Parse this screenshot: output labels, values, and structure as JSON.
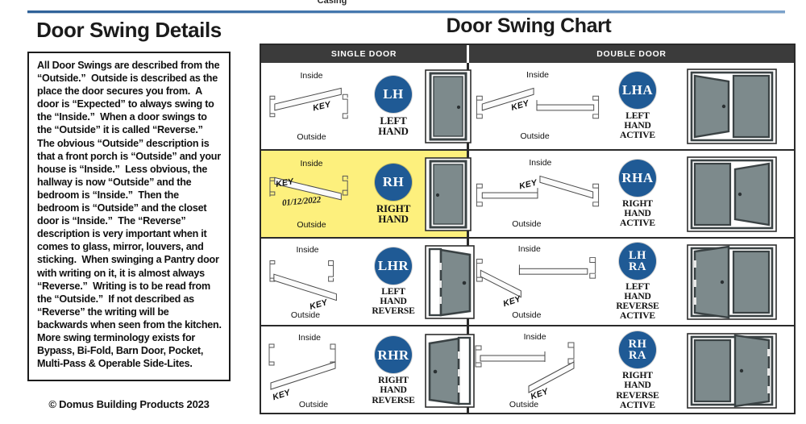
{
  "header": {
    "cropped_caption": "Casing"
  },
  "left_panel": {
    "title": "Door Swing Details",
    "body": "All Door Swings are described from the “Outside.”  Outside is described as the place the door secures you from.  A door is “Expected” to always swing to the “Inside.”  When a door swings to the “Outside” it is called “Reverse.”  The obvious “Outside” description is that a front porch is “Outside” and your house is “Inside.”  Less obvious, the hallway is now “Outside” and the bedroom is “Inside.”  Then the bedroom is “Outside” and the closet door is “Inside.”  The “Reverse” description is very important when it comes to glass, mirror, louvers, and sticking.  When swinging a Pantry door with writing on it, it is almost always “Reverse.”  Writing is to be read from the “Outside.”  If not described as “Reverse” the writing will be backwards when seen from the kitchen.\nMore swing terminology exists for Bypass, Bi-Fold, Barn Door, Pocket, Multi-Pass & Operable Side-Lites.",
    "copyright": "© Domus Building Products 2023"
  },
  "chart": {
    "title": "Door Swing Chart",
    "columns": [
      {
        "key": "single",
        "header": "SINGLE DOOR"
      },
      {
        "key": "double",
        "header": "DOUBLE DOOR"
      }
    ],
    "labels": {
      "inside": "Inside",
      "outside": "Outside",
      "key": "KEY"
    },
    "annotation": {
      "handwritten_date": "01/12/2022",
      "highlighted_row": "RH"
    },
    "single_rows": [
      {
        "abbr": "LH",
        "abbr_lines": [
          "LH"
        ],
        "name_lines": [
          "LEFT",
          "HAND"
        ],
        "inside": "Inside",
        "outside": "Outside",
        "key": "KEY",
        "highlighted": false
      },
      {
        "abbr": "RH",
        "abbr_lines": [
          "RH"
        ],
        "name_lines": [
          "RIGHT",
          "HAND"
        ],
        "inside": "Inside",
        "outside": "Outside",
        "key": "KEY",
        "highlighted": true,
        "handwriting": "01/12/2022"
      },
      {
        "abbr": "LHR",
        "abbr_lines": [
          "LHR"
        ],
        "name_lines": [
          "LEFT",
          "HAND",
          "REVERSE"
        ],
        "inside": "Inside",
        "outside": "Outside",
        "key": "KEY",
        "highlighted": false
      },
      {
        "abbr": "RHR",
        "abbr_lines": [
          "RHR"
        ],
        "name_lines": [
          "RIGHT",
          "HAND",
          "REVERSE"
        ],
        "inside": "Inside",
        "outside": "Outside",
        "key": "KEY",
        "highlighted": false
      }
    ],
    "double_rows": [
      {
        "abbr": "LHA",
        "abbr_lines": [
          "LHA"
        ],
        "name_lines": [
          "LEFT",
          "HAND",
          "ACTIVE"
        ],
        "inside": "Inside",
        "outside": "Outside",
        "key": "KEY",
        "highlighted": false
      },
      {
        "abbr": "RHA",
        "abbr_lines": [
          "RHA"
        ],
        "name_lines": [
          "RIGHT",
          "HAND",
          "ACTIVE"
        ],
        "inside": "Inside",
        "outside": "Outside",
        "key": "KEY",
        "highlighted": false
      },
      {
        "abbr": "LHRA",
        "abbr_lines": [
          "LH",
          "RA"
        ],
        "name_lines": [
          "LEFT",
          "HAND",
          "REVERSE",
          "ACTIVE"
        ],
        "inside": "Inside",
        "outside": "Outside",
        "key": "KEY",
        "highlighted": false
      },
      {
        "abbr": "RHRA",
        "abbr_lines": [
          "RH",
          "RA"
        ],
        "name_lines": [
          "RIGHT",
          "HAND",
          "REVERSE",
          "ACTIVE"
        ],
        "inside": "Inside",
        "outside": "Outside",
        "key": "KEY",
        "highlighted": false
      }
    ]
  },
  "colors": {
    "badge_blue": "#1f5a95",
    "rule_blue": "#2f6198",
    "header_bar": "#3b3b3b",
    "highlight_yellow": "#fbef6a",
    "door_panel": "#7d8a8c",
    "door_frame": "#3a4244"
  }
}
